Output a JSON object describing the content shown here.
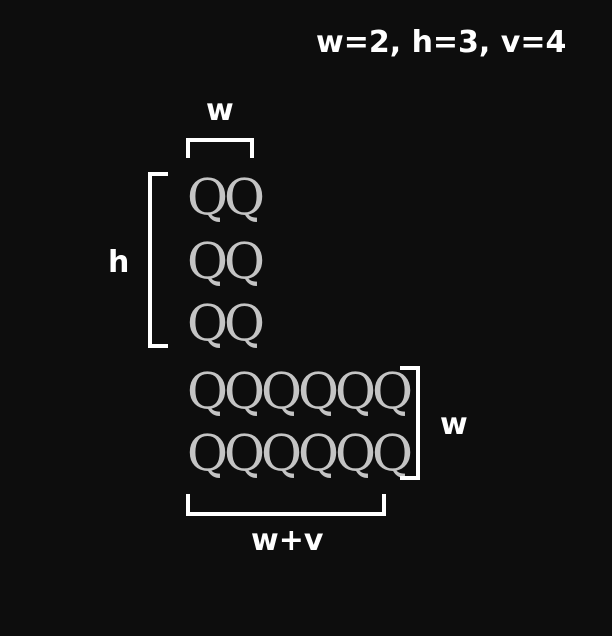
{
  "parameters": "w=2, h=3, v=4",
  "labels": {
    "top_width": "w",
    "left_height": "h",
    "right_width": "w",
    "bottom_width": "w+v"
  },
  "rows": [
    "QQ",
    "QQ",
    "QQ",
    "QQQQQQ",
    "QQQQQQ"
  ],
  "colors": {
    "background": "#0d0d0d",
    "glyph": "#c4c4c4",
    "annotation": "#ffffff"
  }
}
